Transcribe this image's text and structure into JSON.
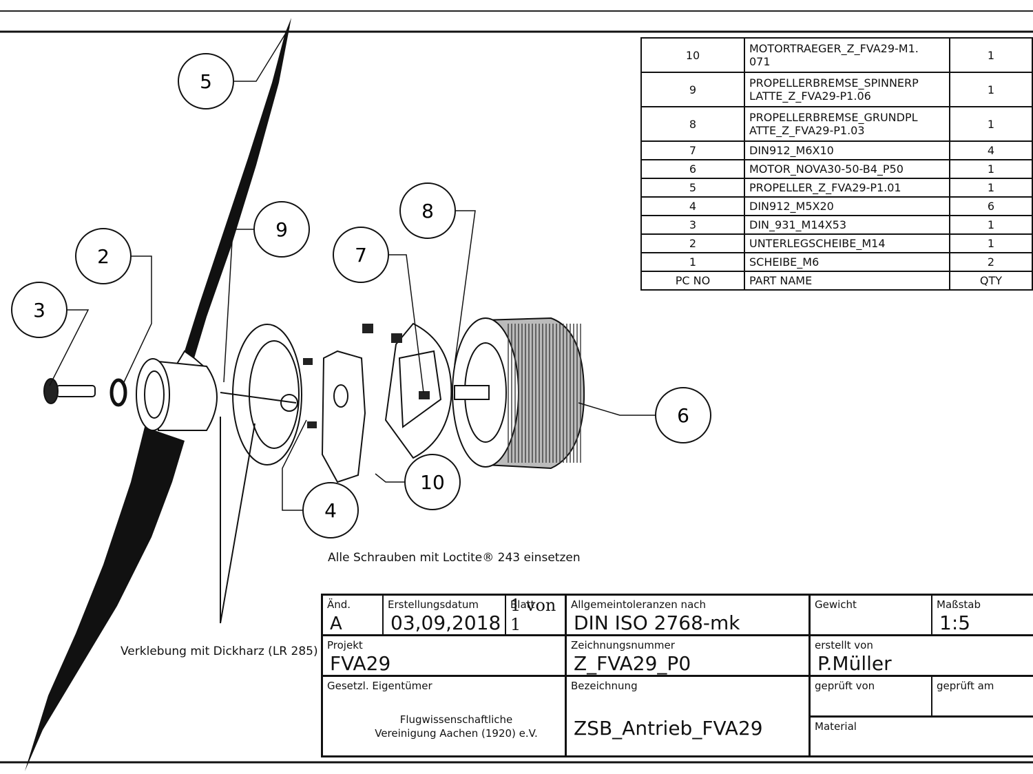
{
  "balloons": [
    "5",
    "2",
    "3",
    "9",
    "8",
    "7",
    "6",
    "10",
    "4"
  ],
  "notes": {
    "loctite": "Alle Schrauben mit Loctite® 243 einsetzen",
    "glue": "Verklebung mit Dickharz (LR 285)"
  },
  "parts_list": {
    "headers": {
      "no": "PC NO",
      "name": "PART NAME",
      "qty": "QTY"
    },
    "rows": [
      {
        "no": "10",
        "name_l1": "MOTORTRAEGER_Z_FVA29-M1.",
        "name_l2": "071",
        "qty": "1"
      },
      {
        "no": "9",
        "name_l1": "PROPELLERBREMSE_SPINNERP",
        "name_l2": "LATTE_Z_FVA29-P1.06",
        "qty": "1"
      },
      {
        "no": "8",
        "name_l1": "PROPELLERBREMSE_GRUNDPL",
        "name_l2": "ATTE_Z_FVA29-P1.03",
        "qty": "1"
      },
      {
        "no": "7",
        "name_l1": "DIN912_M6X10",
        "name_l2": "",
        "qty": "4"
      },
      {
        "no": "6",
        "name_l1": "MOTOR_NOVA30-50-B4_P50",
        "name_l2": "",
        "qty": "1"
      },
      {
        "no": "5",
        "name_l1": "PROPELLER_Z_FVA29-P1.01",
        "name_l2": "",
        "qty": "1"
      },
      {
        "no": "4",
        "name_l1": "DIN912_M5X20",
        "name_l2": "",
        "qty": "6"
      },
      {
        "no": "3",
        "name_l1": "DIN_931_M14X53",
        "name_l2": "",
        "qty": "1"
      },
      {
        "no": "2",
        "name_l1": "UNTERLEGSCHEIBE_M14",
        "name_l2": "",
        "qty": "1"
      },
      {
        "no": "1",
        "name_l1": "SCHEIBE_M6",
        "name_l2": "",
        "qty": "2"
      }
    ]
  },
  "title_block": {
    "aend_label": "Änd.",
    "aend_value": "A",
    "date_label": "Erstellungsdatum",
    "date_value": "03,09,2018",
    "sheet_label": "Blatt",
    "sheet_value": "1 von 1",
    "tol_label": "Allgemeintoleranzen nach",
    "tol_value": "DIN ISO 2768-mk",
    "weight_label": "Gewicht",
    "weight_value": "",
    "scale_label": "Maßstab",
    "scale_value": "1:5",
    "project_label": "Projekt",
    "project_value": "FVA29",
    "drawno_label": "Zeichnungsnummer",
    "drawno_value": "Z_FVA29_P0",
    "author_label": "erstellt von",
    "author_value": "P.Müller",
    "owner_label": "Gesetzl. Eigentümer",
    "owner_l1": "Flugwissenschaftliche",
    "owner_l2": "Vereinigung Aachen (1920) e.V.",
    "desc_label": "Bezeichnung",
    "desc_value": "ZSB_Antrieb_FVA29",
    "checked_label": "geprüft von",
    "checked_on_label": "geprüft am",
    "material_label": "Material"
  }
}
